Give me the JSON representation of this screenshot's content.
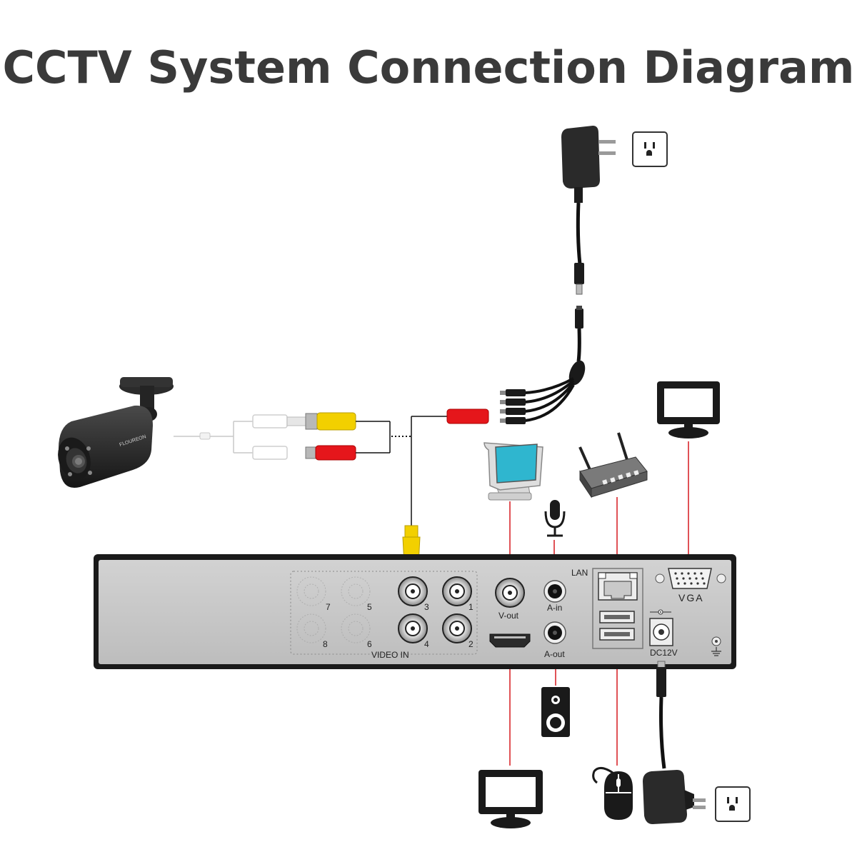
{
  "title": "CCTV System Connection Diagram",
  "camera": {
    "brand": "FLOUREON"
  },
  "dvr": {
    "video_in_label": "VIDEO IN",
    "channels": [
      "1",
      "2",
      "3",
      "4",
      "5",
      "6",
      "7",
      "8"
    ],
    "vout_label": "V-out",
    "ain_label": "A-in",
    "aout_label": "A-out",
    "lan_label": "LAN",
    "vga_label": "VGA",
    "dc_label": "DC12V"
  },
  "colors": {
    "cable_red": "#d6191f",
    "rca_yellow": "#f2d000",
    "rca_red": "#e5161b",
    "dvr_panel": "#c8c8c8",
    "monitor_screen": "#2fb6cf"
  },
  "icons": [
    "power-outlet-icon",
    "power-adapter-icon",
    "power-splitter-cable-icon",
    "bullet-camera-icon",
    "crt-monitor-icon",
    "microphone-icon",
    "router-icon",
    "lcd-monitor-icon",
    "speaker-icon",
    "mouse-icon",
    "ground-icon"
  ]
}
